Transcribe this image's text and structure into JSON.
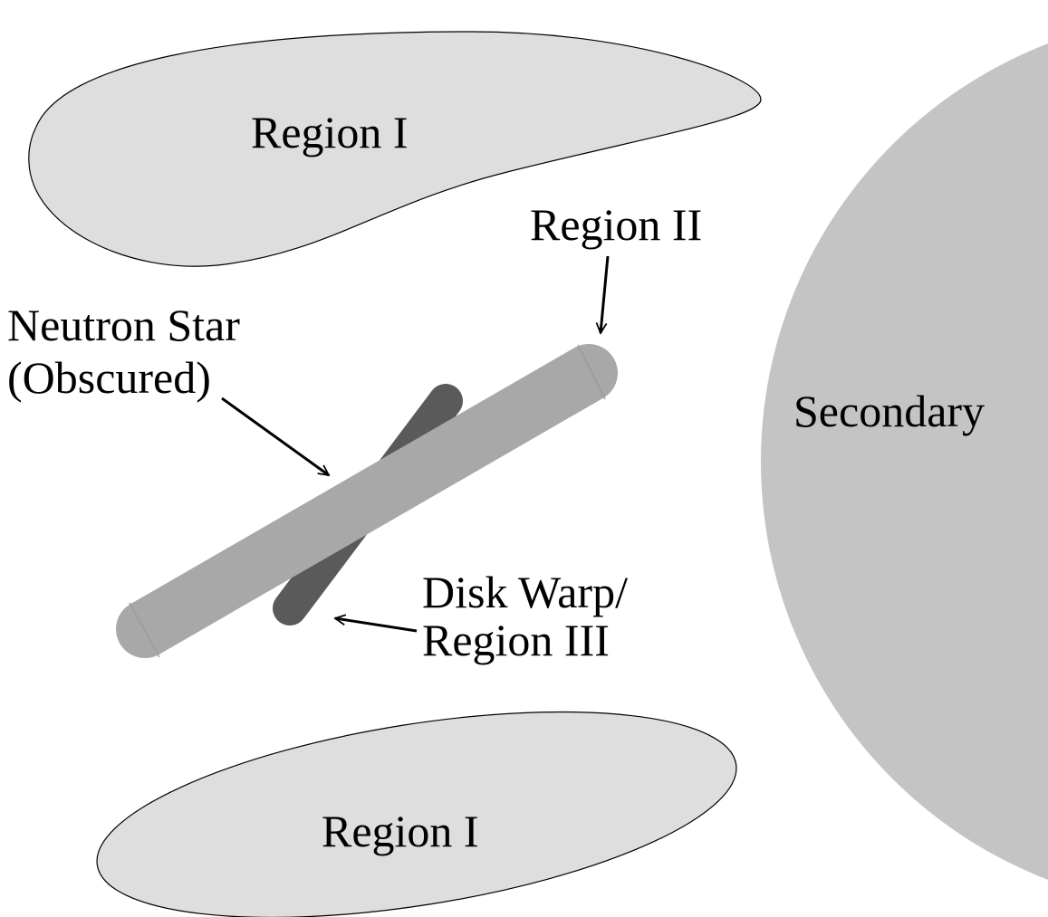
{
  "labels": {
    "region_i_top": "Region I",
    "region_ii": "Region II",
    "neutron_star_line1": "Neutron Star",
    "neutron_star_line2": "(Obscured)",
    "disk_warp_line1": "Disk Warp/",
    "disk_warp_line2": "Region III",
    "region_i_bottom": "Region I",
    "secondary": "Secondary"
  },
  "colors": {
    "region_i_fill": "#dedede",
    "region_i_stroke": "#000000",
    "secondary_fill": "#c4c4c4",
    "disk_fill": "#a8a8a8",
    "warp_fill": "#5a5a5a",
    "arrow_stroke": "#000000",
    "background": "#ffffff"
  }
}
